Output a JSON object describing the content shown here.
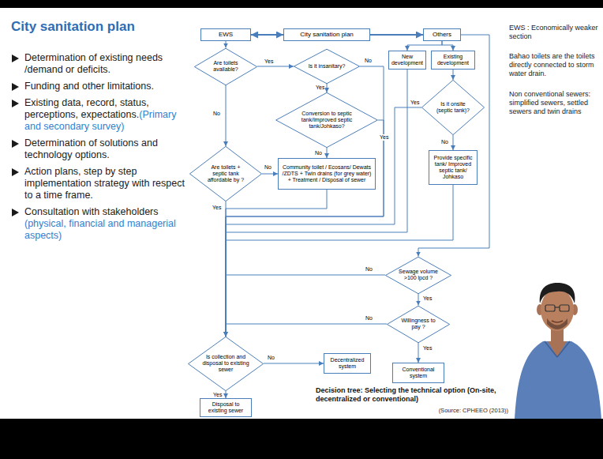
{
  "diagram": {
    "title": "City sanitation plan",
    "caption": "Decision tree: Selecting the technical option (On-site, decentralized or conventional)",
    "nodes": [
      {
        "text": [
          "EWS"
        ]
      },
      {
        "text": [
          "City sanitation plan"
        ]
      },
      {
        "text": [
          "Others"
        ]
      },
      {
        "text": [
          "Are toilets available?"
        ]
      },
      {
        "text": [
          "Is it insanitary?"
        ]
      },
      {
        "text": [
          "New development"
        ]
      },
      {
        "text": [
          "Existing development"
        ]
      },
      {
        "text": [
          "Conversion to septic tank/Improved septic tank/Johkaso?"
        ]
      },
      {
        "text": [
          "Is it onsite (septic tank)?"
        ]
      },
      {
        "text": [
          "Are toilets + septic tank affordable by ?"
        ]
      },
      {
        "text": [
          "Community toilet / Ecosans/ Dewats /ZDTS + Twin drains (for grey water) + Treatment / Disposal of sewer"
        ]
      },
      {
        "text": [
          "Provide specific tank/ Improved septic tank/ Johkaso"
        ]
      },
      {
        "text": [
          "Sewage volume >100 lpcd ?"
        ]
      },
      {
        "text": [
          "Willingness to pay ?"
        ]
      },
      {
        "text": [
          "Is collection and disposal to existing sewer"
        ]
      },
      {
        "text": [
          "Decentralized system"
        ]
      },
      {
        "text": [
          "Conventional system"
        ]
      },
      {
        "text": [
          "Disposal to existing sewer"
        ]
      }
    ],
    "edges": [
      {
        "from": 1,
        "to": 0,
        "arrow": "both"
      },
      {
        "from": 1,
        "to": 2,
        "arrow": "to"
      },
      {
        "from": 0,
        "to": 3,
        "arrow": "to"
      },
      {
        "from": 3,
        "to": 4,
        "label": "Yes",
        "arrow": "to"
      },
      {
        "from": 3,
        "to": 9,
        "label": "No",
        "arrow": "to"
      },
      {
        "from": 4,
        "to": 7,
        "label": "Yes",
        "arrow": "to"
      },
      {
        "from": 4,
        "to": 14,
        "label": "No",
        "arrow": "to"
      },
      {
        "from": 7,
        "to": 10,
        "label": "No",
        "arrow": "to"
      },
      {
        "from": 7,
        "to": 14,
        "label": "Yes",
        "arrow": "to"
      },
      {
        "from": 9,
        "to": 10,
        "label": "No",
        "arrow": "to"
      },
      {
        "from": 9,
        "to": 14,
        "label": "Yes",
        "arrow": "to"
      },
      {
        "from": 10,
        "to": 14,
        "arrow": "to"
      },
      {
        "from": 2,
        "to": 5,
        "arrow": "to"
      },
      {
        "from": 2,
        "to": 6,
        "arrow": "to"
      },
      {
        "from": 2,
        "to": 12,
        "arrow": "to"
      },
      {
        "from": 6,
        "to": 8,
        "arrow": "to"
      },
      {
        "from": 8,
        "to": 11,
        "label": "No",
        "arrow": "to"
      },
      {
        "from": 8,
        "to": 14,
        "label": "Yes",
        "arrow": "to"
      },
      {
        "from": 5,
        "to": 14,
        "arrow": "to"
      },
      {
        "from": 11,
        "to": 14,
        "arrow": "to"
      },
      {
        "from": 12,
        "to": 13,
        "label": "Yes",
        "arrow": "to"
      },
      {
        "from": 12,
        "to": 14,
        "label": "No",
        "arrow": "to"
      },
      {
        "from": 13,
        "to": 16,
        "label": "Yes",
        "arrow": "to"
      },
      {
        "from": 13,
        "to": 14,
        "label": "No",
        "arrow": "to"
      },
      {
        "from": 14,
        "to": 15,
        "label": "No",
        "arrow": "to"
      },
      {
        "from": 14,
        "to": 17,
        "label": "Yes",
        "arrow": "to"
      }
    ],
    "labels": [
      "Determination of existing needs /demand or deficits.",
      "Funding and other limitations.",
      "Existing data, record, status, perceptions, expectations.",
      "(Primary and secondary survey)",
      "Determination of solutions and technology options.",
      "Action plans, step by step implementation strategy with respect to a time frame.",
      "Consultation with stakeholders",
      "(physical, financial and managerial aspects)",
      "EWS : Economically weaker section",
      "Bahao toilets are the toilets directly connected to storm water drain.",
      "Non conventional sewers: simplified sewers, settled sewers and twin drains",
      "(Source: CPHEEO (2013))"
    ]
  }
}
